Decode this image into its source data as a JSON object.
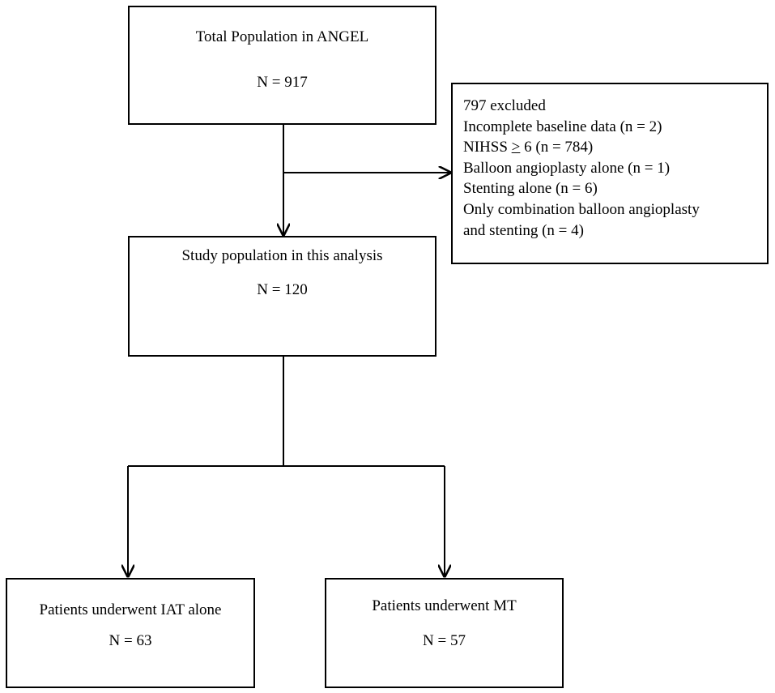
{
  "boxes": {
    "total": {
      "title": "Total Population in ANGEL",
      "n": "N = 917"
    },
    "excluded": {
      "heading": "797 excluded",
      "lines": [
        "Incomplete baseline data (n = 2)",
        "NIHSS ",
        "Balloon angioplasty alone (n = 1)",
        "Stenting alone (n = 6)",
        "Only combination balloon angioplasty",
        "and stenting (n = 4)"
      ],
      "nihss_symbol": ">",
      "nihss_rest": " 6 (n = 784)"
    },
    "study": {
      "title": "Study population in this analysis",
      "n": "N = 120"
    },
    "iat": {
      "title": "Patients underwent IAT alone",
      "n": "N = 63"
    },
    "mt": {
      "title": "Patients underwent MT",
      "n": "N = 57"
    }
  }
}
